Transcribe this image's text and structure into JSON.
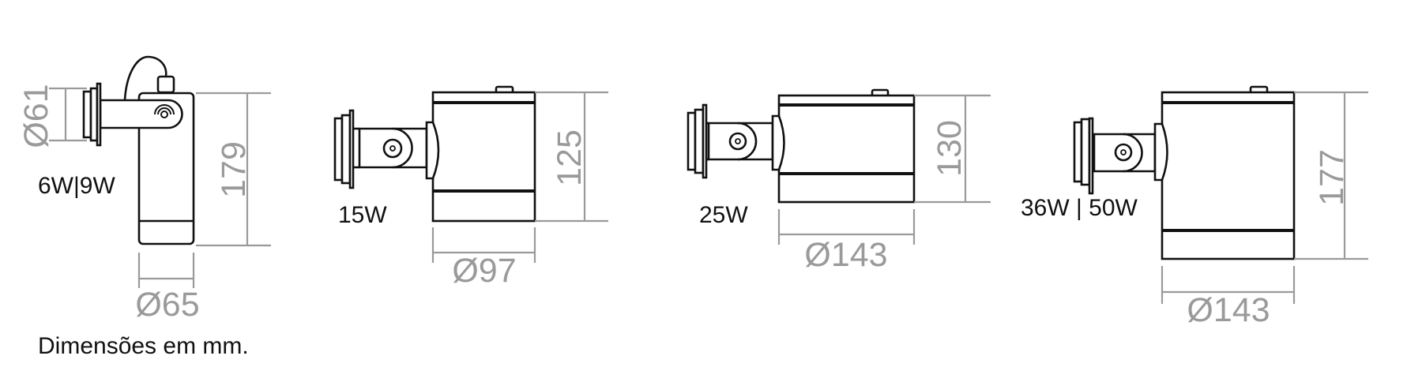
{
  "note": "Dimensões em mm.",
  "fixtures": [
    {
      "power": "6W|9W",
      "diameter": "Ø65",
      "height": "179",
      "mount_diameter": "Ø61"
    },
    {
      "power": "15W",
      "diameter": "Ø97",
      "height": "125"
    },
    {
      "power": "25W",
      "diameter": "Ø143",
      "height": "130"
    },
    {
      "power": "36W | 50W",
      "diameter": "Ø143",
      "height": "177"
    }
  ]
}
